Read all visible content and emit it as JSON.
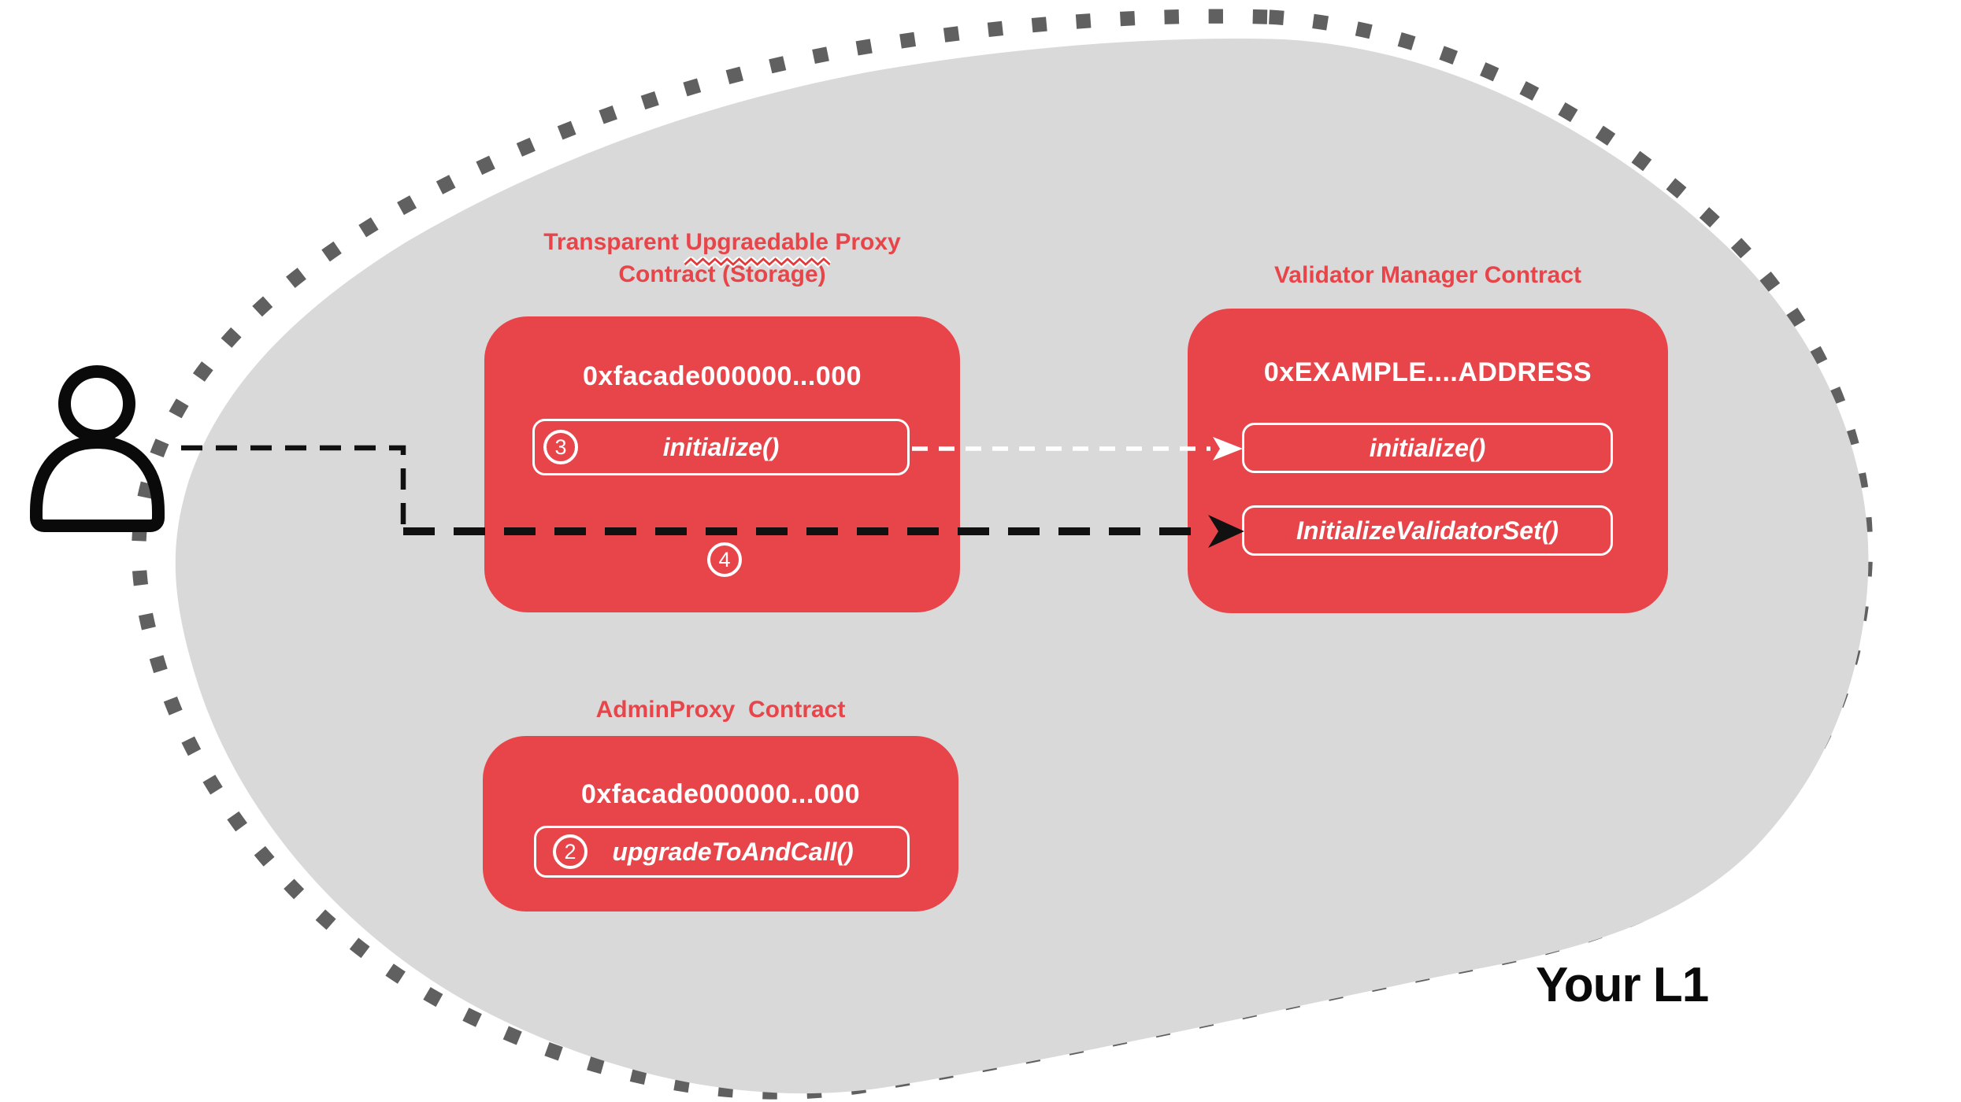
{
  "l1": {
    "label": "Your L1"
  },
  "colors": {
    "accent_red": "#E8454A",
    "blob_gray": "#D9D9D9",
    "dot_gray": "#606060",
    "line_black": "#111111",
    "white": "#FFFFFF"
  },
  "proxy_box": {
    "title_pre": "Transparent ",
    "title_misspelled": "Upgraedable",
    "title_post": " Proxy",
    "title_line2": "Contract (Storage)",
    "address": "0xfacade000000...000",
    "step_initialize": "3",
    "initialize_label": "initialize()",
    "step_forward": "4"
  },
  "validator_box": {
    "title": "Validator Manager Contract",
    "address": "0xEXAMPLE....ADDRESS",
    "buttons": [
      "initialize()",
      "InitializeValidatorSet()"
    ]
  },
  "admin_box": {
    "title": "AdminProxy  Contract",
    "address": "0xfacade000000...000",
    "step_upgrade": "2",
    "upgrade_label": "upgradeToAndCall()"
  }
}
